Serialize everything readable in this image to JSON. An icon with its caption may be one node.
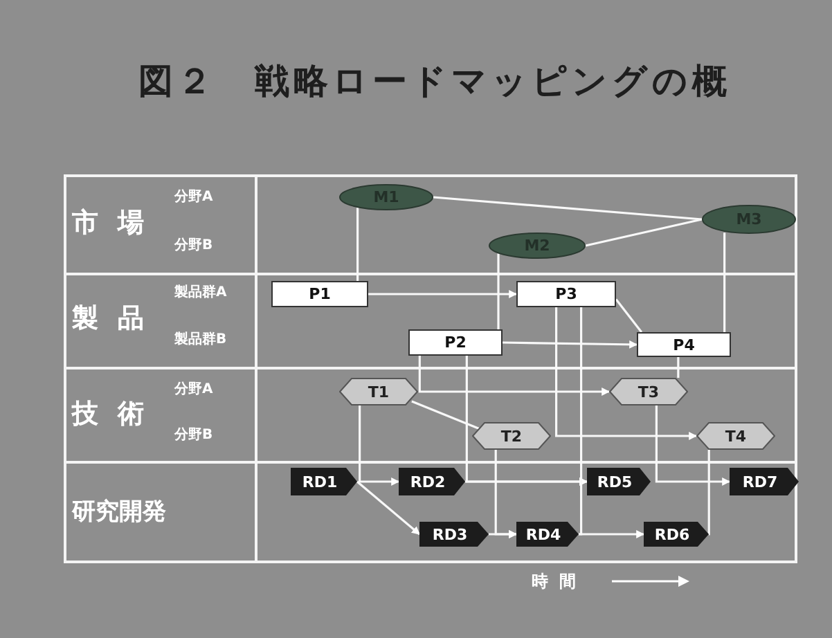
{
  "diagram": {
    "title": "図２　戦略ロードマッピングの概",
    "nodes": [
      {
        "text": [
          "M1"
        ]
      },
      {
        "text": [
          "M2"
        ]
      },
      {
        "text": [
          "M3"
        ]
      },
      {
        "text": [
          "P1"
        ]
      },
      {
        "text": [
          "P2"
        ]
      },
      {
        "text": [
          "P3"
        ]
      },
      {
        "text": [
          "P4"
        ]
      },
      {
        "text": [
          "T1"
        ]
      },
      {
        "text": [
          "T2"
        ]
      },
      {
        "text": [
          "T3"
        ]
      },
      {
        "text": [
          "T4"
        ]
      },
      {
        "text": [
          "RD1"
        ]
      },
      {
        "text": [
          "RD2"
        ]
      },
      {
        "text": [
          "RD5"
        ]
      },
      {
        "text": [
          "RD7"
        ]
      },
      {
        "text": [
          "RD3"
        ]
      },
      {
        "text": [
          "RD4"
        ]
      },
      {
        "text": [
          "RD6"
        ]
      }
    ],
    "edges": [
      {
        "from": 0,
        "to": 2,
        "arrow": "none"
      },
      {
        "from": 1,
        "to": 2,
        "arrow": "none"
      },
      {
        "from": 3,
        "to": 0,
        "arrow": "none"
      },
      {
        "from": 3,
        "to": 5,
        "arrow": "to"
      },
      {
        "from": 1,
        "to": 4,
        "arrow": "none"
      },
      {
        "from": 5,
        "to": 6,
        "arrow": "none"
      },
      {
        "from": 4,
        "to": 6,
        "arrow": "to"
      },
      {
        "from": 2,
        "to": 6,
        "arrow": "none"
      },
      {
        "from": 4,
        "to": 9,
        "arrow": "to"
      },
      {
        "from": 7,
        "to": 8,
        "arrow": "none"
      },
      {
        "from": 7,
        "to": 12,
        "arrow": "to"
      },
      {
        "from": 11,
        "to": 15,
        "arrow": "to"
      },
      {
        "from": 4,
        "to": 13,
        "arrow": "to"
      },
      {
        "from": 12,
        "to": 13,
        "arrow": "to"
      },
      {
        "from": 5,
        "to": 10,
        "arrow": "to"
      },
      {
        "from": 5,
        "to": 16,
        "arrow": "none"
      },
      {
        "from": 16,
        "to": 17,
        "arrow": "to"
      },
      {
        "from": 8,
        "to": 16,
        "arrow": "to"
      },
      {
        "from": 15,
        "to": 16,
        "arrow": "to"
      },
      {
        "from": 9,
        "to": 14,
        "arrow": "to"
      },
      {
        "from": 10,
        "to": 17,
        "arrow": "none"
      },
      {
        "from": 6,
        "to": 9,
        "arrow": "none"
      }
    ],
    "labels": [
      "市場",
      "分野A",
      "分野B",
      "製品",
      "製品群A",
      "製品群B",
      "技術",
      "分野A",
      "分野B",
      "研究開発",
      "時間"
    ]
  }
}
